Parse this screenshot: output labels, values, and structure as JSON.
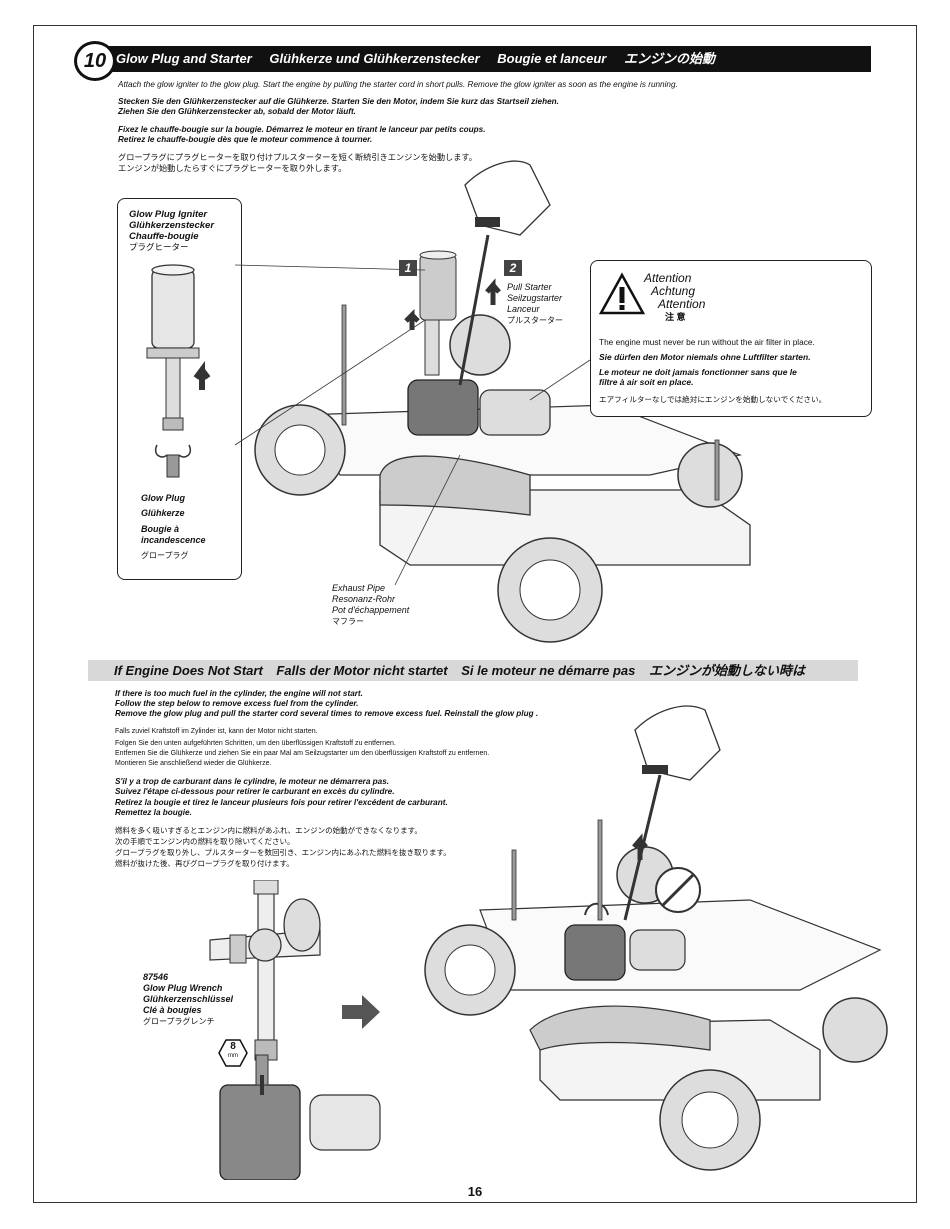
{
  "step": {
    "number": "10",
    "titles": [
      "Glow Plug and Starter",
      "Glühkerze und Glühkerzenstecker",
      "Bougie et lanceur",
      "エンジンの始動"
    ]
  },
  "instructions": {
    "en": "Attach the glow igniter to the glow plug. Start the engine by pulling the starter cord in short pulls. Remove the glow igniter as soon as the engine is running.",
    "de1": "Stecken Sie den Glühkerzenstecker auf die Glühkerze. Starten Sie den Motor, indem Sie kurz das Startseil ziehen.",
    "de2": "Ziehen Sie den Glühkerzenstecker ab, sobald der Motor läuft.",
    "fr1": "Fixez le chauffe-bougie sur la bougie. Démarrez le moteur en tirant le lanceur par petits coups.",
    "fr2": "Retirez le chauffe-bougie dès que le moteur commence à tourner.",
    "ja1": "グロープラグにプラグヒーターを取り付けプルスターターを短く断続引きエンジンを始動します。",
    "ja2": "エンジンが始動したらすぐにプラグヒーターを取り外します。"
  },
  "igniter_box": {
    "name_en": "Glow Plug Igniter",
    "name_de": "Glühkerzenstecker",
    "name_fr": "Chauffe-bougie",
    "name_ja": "プラグヒーター",
    "plug_en": "Glow Plug",
    "plug_de": "Glühkerze",
    "plug_fr1": "Bougie à",
    "plug_fr2": "incandescence",
    "plug_ja": "グロープラグ"
  },
  "badges": [
    "1",
    "2"
  ],
  "pull_starter": {
    "en": "Pull Starter",
    "de": "Seilzugstarter",
    "fr": "Lanceur",
    "ja": "プルスターター"
  },
  "attention": {
    "title_en": "Attention",
    "title_de": "Achtung",
    "title_fr": "Attention",
    "title_ja": "注 意",
    "en": "The engine must never be run without the air filter in place.",
    "de": "Sie dürfen den Motor niemals ohne Luftfilter starten.",
    "fr1": "Le moteur ne doit jamais fonctionner sans que le",
    "fr2": "filtre à air soit en place.",
    "ja": "エアフィルターなしでは絶対にエンジンを始動しないでください。"
  },
  "exhaust": {
    "en": "Exhaust Pipe",
    "de": "Resonanz-Rohr",
    "fr": "Pot d'échappement",
    "ja": "マフラー"
  },
  "section2": {
    "titles": [
      "If Engine Does Not Start",
      "Falls der Motor nicht startet",
      "Si le moteur ne démarre pas",
      "エンジンが始動しない時は"
    ],
    "en1": "If there is too much fuel in the cylinder, the engine will not start.",
    "en2": "Follow the step below to remove excess fuel from the cylinder.",
    "en3": "Remove the glow plug and pull the starter cord several times to remove excess fuel. Reinstall the glow plug .",
    "de1": "Falls zuviel Kraftstoff im Zylinder ist, kann der Motor nicht starten.",
    "de2": "Folgen Sie den unten aufgeführten Schritten, um den überflüssigen Kraftstoff zu entfernen.",
    "de3": "Entfernen Sie die Glühkerze und ziehen Sie ein paar Mal am Seilzugstarter um den überflüssigen Kraftstoff zu entfernen.",
    "de4": "Montieren Sie anschließend wieder die Glühkerze.",
    "fr1": "S'il y a trop de carburant dans le cylindre, le moteur ne démarrera pas.",
    "fr2": "Suivez l'étape ci-dessous pour retirer le carburant en excès du cylindre.",
    "fr3": "Retirez la bougie et tirez le lanceur plusieurs fois pour retirer l'excédent de carburant.",
    "fr4": "Remettez la bougie.",
    "ja1": "燃料を多く吸いすぎるとエンジン内に燃料があふれ、エンジンの始動ができなくなります。",
    "ja2": "次の手順でエンジン内の燃料を取り除いてください。",
    "ja3": "グロープラグを取り外し、プルスターターを数回引き、エンジン内にあふれた燃料を抜き取ります。",
    "ja4": "燃料が抜けた後、再びグロープラグを取り付けます。"
  },
  "wrench": {
    "part_no": "87546",
    "en": "Glow Plug Wrench",
    "de": "Glühkerzenschlüssel",
    "fr": "Clé à bougies",
    "ja": "グロープラグレンチ",
    "size": "8",
    "unit": "mm"
  },
  "page_number": "16"
}
